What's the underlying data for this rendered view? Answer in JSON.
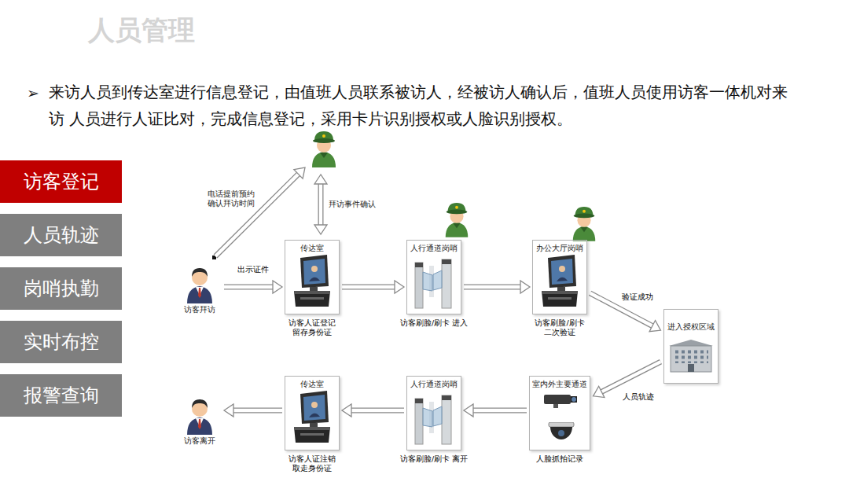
{
  "diagram": {
    "title": "人员管理",
    "nodes": [
      {
        "text": [
          "访客登记"
        ]
      },
      {
        "text": [
          "人员轨迹"
        ]
      },
      {
        "text": [
          "岗哨执勤"
        ]
      },
      {
        "text": [
          "实时布控"
        ]
      },
      {
        "text": [
          "报警查询"
        ]
      },
      {
        "text": [
          "访客拜访"
        ]
      },
      {
        "text": [
          "传达室",
          "访客人证登记 留存身份证"
        ]
      },
      {
        "text": [
          "人行通道岗哨",
          "访客刷脸/刷卡 进入"
        ]
      },
      {
        "text": [
          "办公大厅岗哨",
          "访客刷脸/刷卡 二次验证"
        ]
      },
      {
        "text": [
          "进入授权区域"
        ]
      },
      {
        "text": [
          "室内外主要通道",
          "人脸抓拍记录"
        ]
      },
      {
        "text": [
          "人行通道岗哨",
          "访客刷脸/刷卡 离开"
        ]
      },
      {
        "text": [
          "传达室",
          "访客人证注销 取走身份证"
        ]
      },
      {
        "text": [
          "访客离开"
        ]
      }
    ],
    "edges": [
      {
        "from": 5,
        "to": 6,
        "label": "出示证件",
        "arrow": "to"
      },
      {
        "from": 6,
        "to": 7,
        "arrow": "to"
      },
      {
        "from": 7,
        "to": 8,
        "arrow": "to"
      },
      {
        "from": 8,
        "to": 9,
        "label": "验证成功",
        "arrow": "to"
      },
      {
        "from": 9,
        "to": 10,
        "label": "人员轨迹",
        "arrow": "to"
      },
      {
        "from": 10,
        "to": 11,
        "arrow": "to"
      },
      {
        "from": 11,
        "to": 12,
        "arrow": "to"
      },
      {
        "from": 12,
        "to": 13,
        "arrow": "to"
      }
    ],
    "labels": [
      "➢",
      "来访人员到传达室进行信息登记，由值班人员联系被访人，经被访人确认后，值班人员使用访客一体机对来访 人员进行人证比对，完成信息登记，采用卡片识别授权或人脸识别授权。",
      "电话提前预约 确认拜访时间",
      "拜访事件确认"
    ]
  }
}
